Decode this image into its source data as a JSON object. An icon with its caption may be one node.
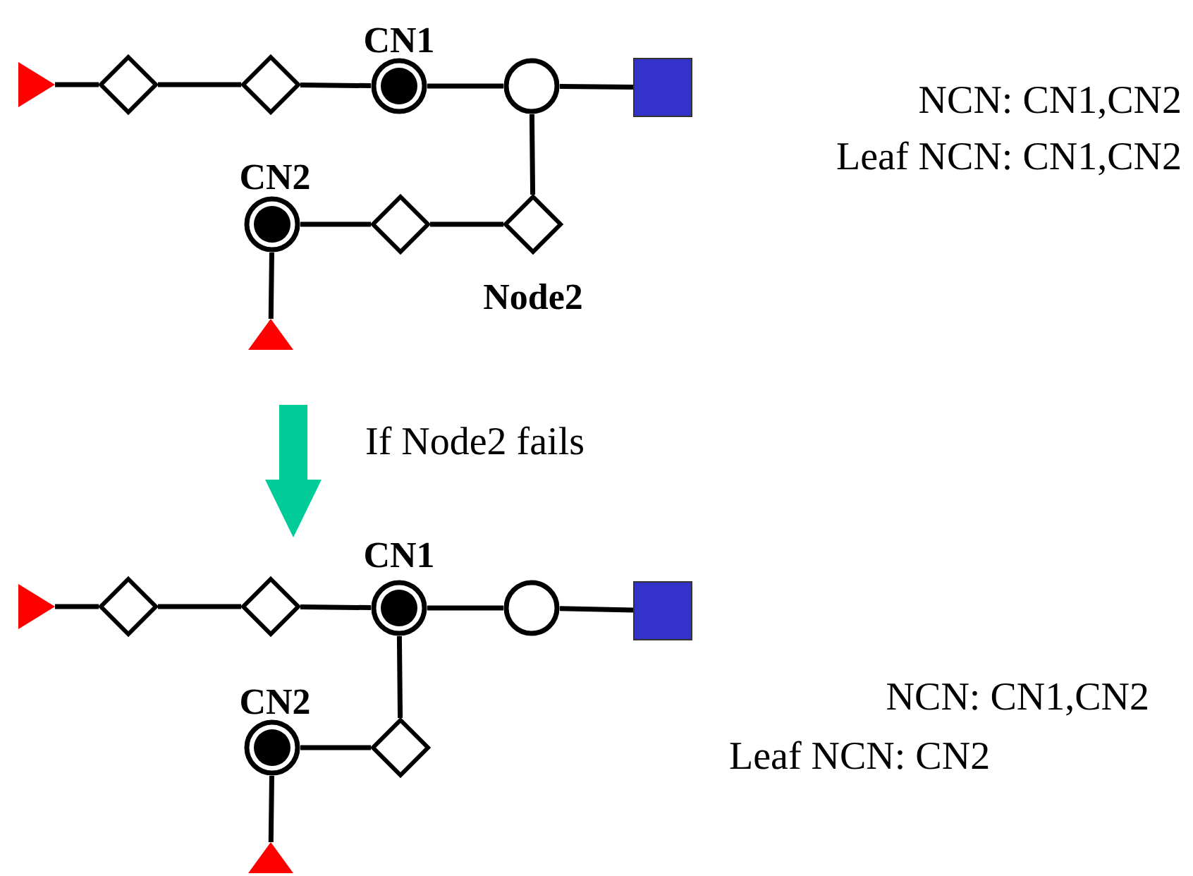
{
  "diagram": {
    "nodes": [
      {
        "text": [],
        "shape": "triangle"
      },
      {
        "text": [],
        "shape": "diamond"
      },
      {
        "text": [],
        "shape": "diamond"
      },
      {
        "text": [],
        "shape": "dot",
        "beside": [
          "CN1"
        ]
      },
      {
        "text": [],
        "shape": "circle"
      },
      {
        "text": [],
        "shape": "box"
      },
      {
        "text": [],
        "shape": "dot",
        "beside": [
          "CN2"
        ]
      },
      {
        "text": [],
        "shape": "diamond"
      },
      {
        "text": [],
        "shape": "diamond",
        "beside": [
          "Node2"
        ]
      },
      {
        "text": [],
        "shape": "triangle"
      },
      {
        "text": [],
        "shape": "triangle"
      },
      {
        "text": [],
        "shape": "diamond"
      },
      {
        "text": [],
        "shape": "diamond"
      },
      {
        "text": [],
        "shape": "dot",
        "beside": [
          "CN1"
        ]
      },
      {
        "text": [],
        "shape": "circle"
      },
      {
        "text": [],
        "shape": "box"
      },
      {
        "text": [],
        "shape": "dot",
        "beside": [
          "CN2"
        ]
      },
      {
        "text": [],
        "shape": "diamond"
      },
      {
        "text": [],
        "shape": "triangle"
      }
    ],
    "edges": [
      {
        "from": 0,
        "to": 1,
        "arrow": "none"
      },
      {
        "from": 1,
        "to": 2,
        "arrow": "none"
      },
      {
        "from": 2,
        "to": 3,
        "arrow": "none"
      },
      {
        "from": 3,
        "to": 4,
        "arrow": "none"
      },
      {
        "from": 4,
        "to": 5,
        "arrow": "none"
      },
      {
        "from": 4,
        "to": 8,
        "arrow": "none"
      },
      {
        "from": 8,
        "to": 7,
        "arrow": "none"
      },
      {
        "from": 7,
        "to": 6,
        "arrow": "none"
      },
      {
        "from": 6,
        "to": 9,
        "arrow": "none"
      },
      {
        "from": 10,
        "to": 11,
        "arrow": "none"
      },
      {
        "from": 11,
        "to": 12,
        "arrow": "none"
      },
      {
        "from": 12,
        "to": 13,
        "arrow": "none"
      },
      {
        "from": 13,
        "to": 14,
        "arrow": "none"
      },
      {
        "from": 14,
        "to": 15,
        "arrow": "none"
      },
      {
        "from": 13,
        "to": 17,
        "arrow": "none"
      },
      {
        "from": 17,
        "to": 16,
        "arrow": "none"
      },
      {
        "from": 16,
        "to": 18,
        "arrow": "none"
      }
    ],
    "labels": [
      "NCN: CN1,CN2",
      "Leaf NCN: CN1,CN2",
      "If Node2 fails",
      "NCN: CN1,CN2",
      "Leaf NCN: CN2"
    ]
  }
}
